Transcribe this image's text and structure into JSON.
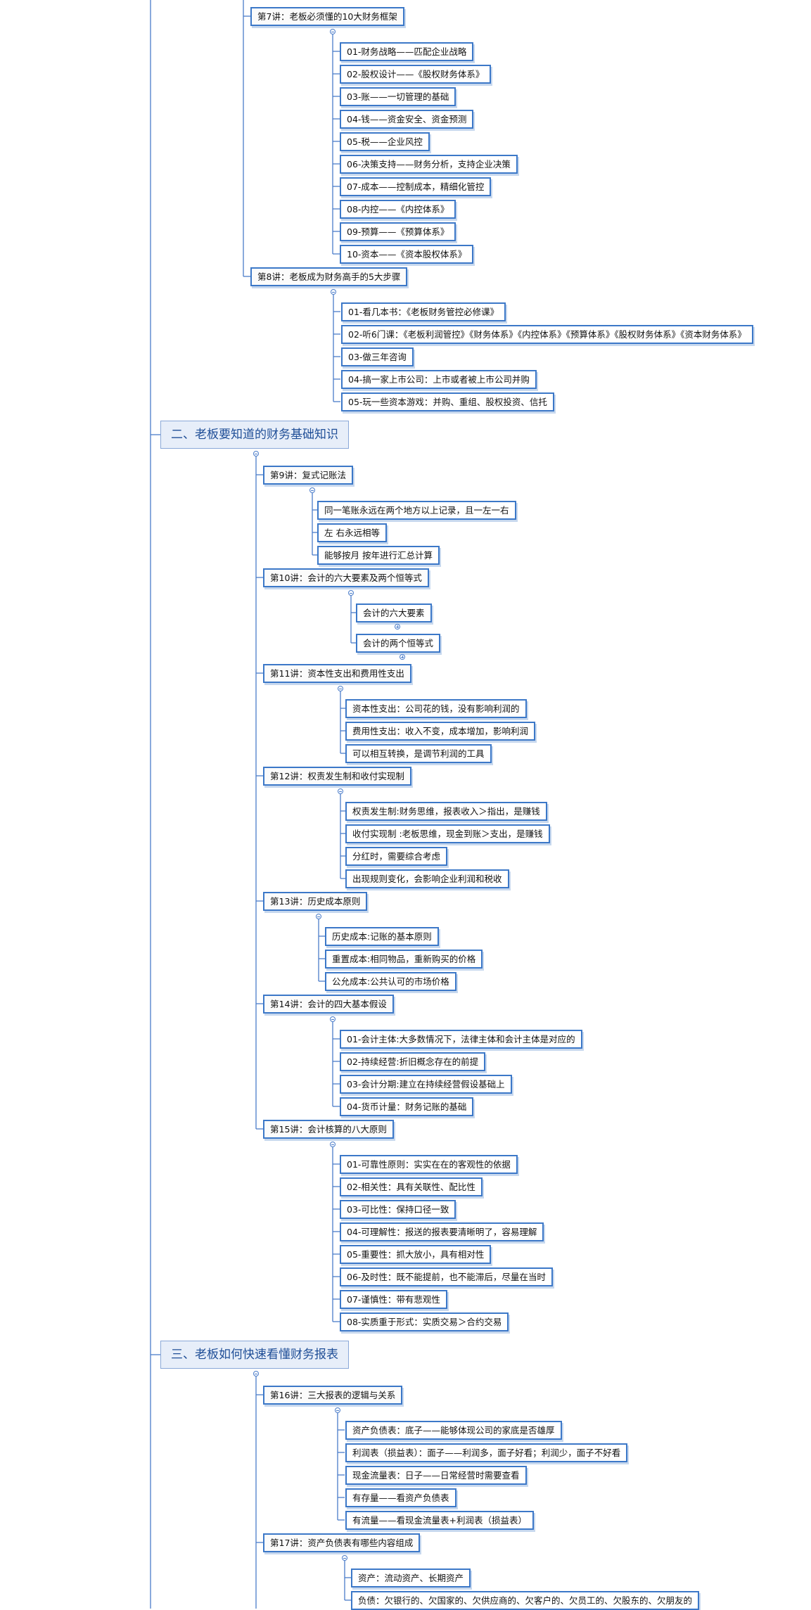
{
  "mindmap": {
    "colors": {
      "node_border": "#3c78c8",
      "connector": "#4a7cc9",
      "section_fill": "#e7eef9",
      "section_text": "#1f4e97"
    },
    "lec7": {
      "title": "第7讲：老板必须懂的10大财务框架",
      "items": [
        "01-财务战略——匹配企业战略",
        "02-股权设计——《股权财务体系》",
        "03-账——一切管理的基础",
        "04-钱——资金安全、资金预测",
        "05-税——企业风控",
        "06-决策支持——财务分析，支持企业决策",
        "07-成本——控制成本，精细化管控",
        "08-内控——《内控体系》",
        "09-预算——《预算体系》",
        "10-资本——《资本股权体系》"
      ]
    },
    "lec8": {
      "title": "第8讲：老板成为财务高手的5大步骤",
      "items": [
        "01-看几本书：《老板财务管控必修课》",
        "02-听6门课：《老板利润管控》《财务体系》《内控体系》《预算体系》《股权财务体系》《资本财务体系》",
        "03-做三年咨询",
        "04-搞一家上市公司：上市或者被上市公司并购",
        "05-玩一些资本游戏：并购、重组、股权投资、信托"
      ]
    },
    "sec2": {
      "title": "二、老板要知道的财务基础知识"
    },
    "lec9": {
      "title": "第9讲：复式记账法",
      "items": [
        "同一笔账永远在两个地方以上记录，且一左一右",
        "左 右永远相等",
        "能够按月 按年进行汇总计算"
      ]
    },
    "lec10": {
      "title": "第10讲：会计的六大要素及两个恒等式",
      "items": [
        "会计的六大要素",
        "会计的两个恒等式"
      ]
    },
    "lec11": {
      "title": "第11讲：资本性支出和费用性支出",
      "items": [
        "资本性支出：公司花的钱，没有影响利润的",
        "费用性支出：收入不变，成本增加，影响利润",
        "可以相互转换，是调节利润的工具"
      ]
    },
    "lec12": {
      "title": "第12讲：权责发生制和收付实现制",
      "items": [
        "权责发生制:财务思维，报表收入＞指出，是赚钱",
        "收付实现制 :老板思维，现金到账＞支出，是赚钱",
        "分红时，需要综合考虑",
        "出现规则变化，会影响企业利润和税收"
      ]
    },
    "lec13": {
      "title": "第13讲：历史成本原则",
      "items": [
        "历史成本:记账的基本原则",
        "重置成本:相同物品，重新购买的价格",
        "公允成本:公共认可的市场价格"
      ]
    },
    "lec14": {
      "title": "第14讲：会计的四大基本假设",
      "items": [
        "01-会计主体:大多数情况下，法律主体和会计主体是对应的",
        "02-持续经营:折旧概念存在的前提",
        "03-会计分期:建立在持续经营假设基础上",
        "04-货币计量：财务记账的基础"
      ]
    },
    "lec15": {
      "title": "第15讲：会计核算的八大原则",
      "items": [
        "01-可靠性原则：实实在在的客观性的依据",
        "02-相关性：具有关联性、配比性",
        "03-可比性：保持口径一致",
        "04-可理解性：报送的报表要清晰明了，容易理解",
        "05-重要性：抓大放小，具有相对性",
        "06-及时性：既不能提前，也不能滞后，尽量在当时",
        "07-谨慎性：带有悲观性",
        "08-实质重于形式：实质交易＞合约交易"
      ]
    },
    "sec3": {
      "title": "三、老板如何快速看懂财务报表"
    },
    "lec16": {
      "title": "第16讲：三大报表的逻辑与关系",
      "items": [
        "资产负债表：底子——能够体现公司的家底是否雄厚",
        "利润表（损益表）：面子——利润多，面子好看；利润少，面子不好看",
        "现金流量表：日子——日常经营时需要查看",
        "有存量——看资产负债表",
        "有流量——看现金流量表+利润表（损益表）"
      ]
    },
    "lec17": {
      "title": "第17讲：资产负债表有哪些内容组成",
      "items": [
        "资产：流动资产、长期资产",
        "负债：欠银行的、欠国家的、欠供应商的、欠客户的、欠员工的、欠股东的、欠朋友的"
      ]
    }
  }
}
